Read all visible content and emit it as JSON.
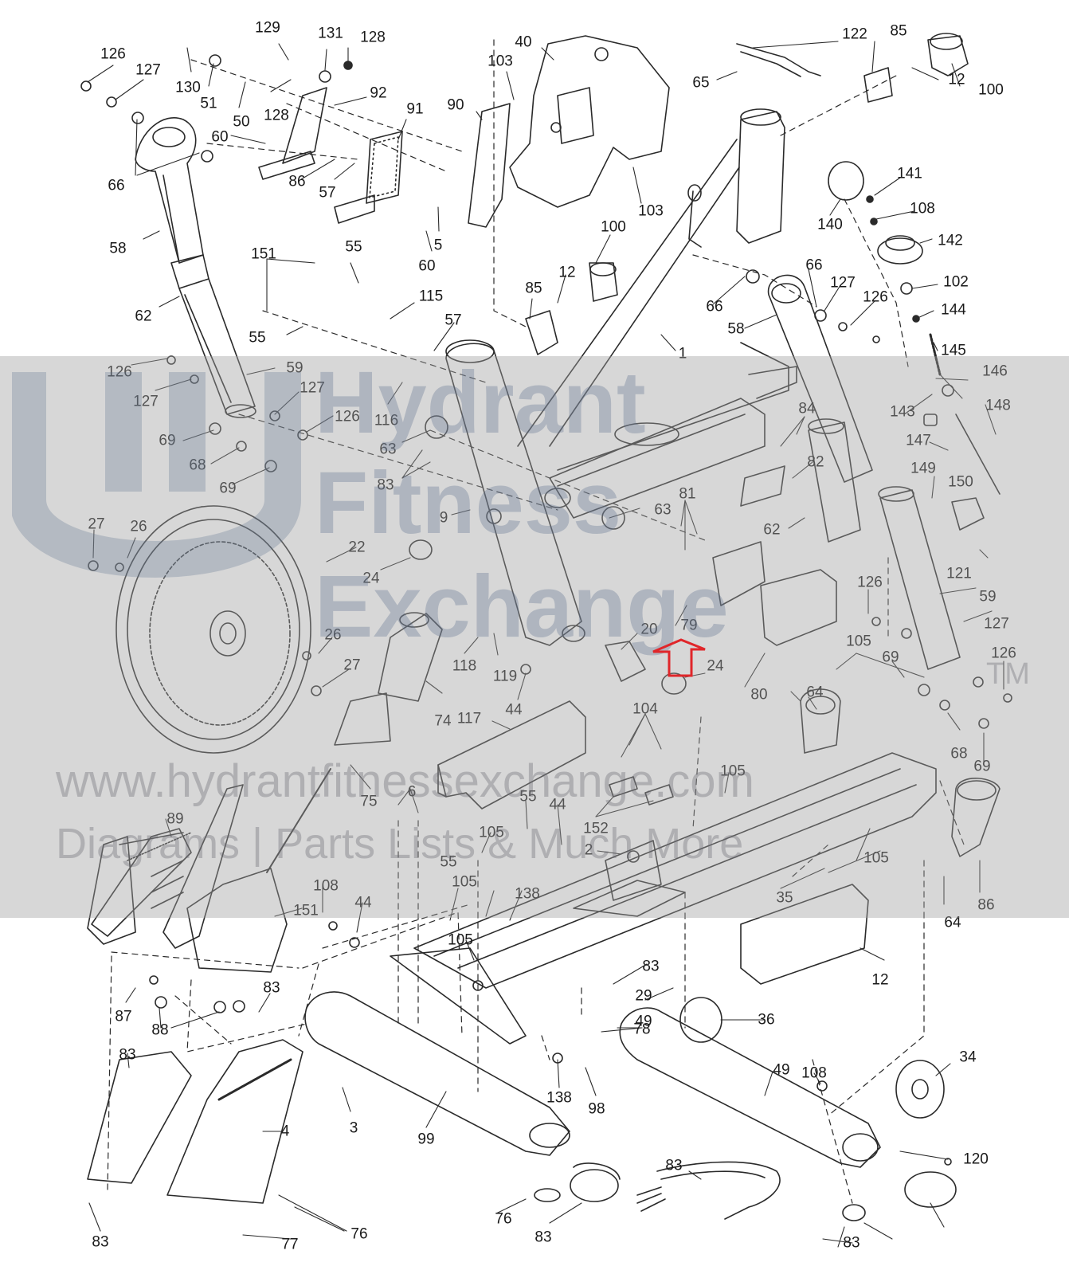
{
  "diagram": {
    "part_labels": [
      "126",
      "127",
      "130",
      "51",
      "129",
      "131",
      "128",
      "50",
      "128",
      "92",
      "60",
      "66",
      "86",
      "57",
      "91",
      "90",
      "40",
      "103",
      "103",
      "122",
      "65",
      "85",
      "12",
      "100",
      "58",
      "151",
      "55",
      "115",
      "57",
      "55",
      "62",
      "59",
      "126",
      "127",
      "127",
      "126",
      "116",
      "63",
      "69",
      "68",
      "69",
      "83",
      "9",
      "5",
      "60",
      "100",
      "12",
      "85",
      "1",
      "66",
      "58",
      "66",
      "127",
      "126",
      "140",
      "141",
      "108",
      "142",
      "102",
      "144",
      "145",
      "146",
      "143",
      "148",
      "147",
      "84",
      "82",
      "149",
      "150",
      "121",
      "81",
      "63",
      "62",
      "27",
      "26",
      "22",
      "24",
      "20",
      "79",
      "24",
      "80",
      "126",
      "59",
      "127",
      "126",
      "105",
      "69",
      "68",
      "69",
      "26",
      "27",
      "74",
      "118",
      "119",
      "44",
      "117",
      "104",
      "64",
      "75",
      "105",
      "6",
      "152",
      "55",
      "44",
      "105",
      "2",
      "105",
      "35",
      "89",
      "151",
      "55",
      "105",
      "138",
      "108",
      "44",
      "105",
      "83",
      "29",
      "12",
      "64",
      "86",
      "87",
      "88",
      "83",
      "49",
      "36",
      "34",
      "83",
      "4",
      "3",
      "99",
      "49",
      "108",
      "138",
      "98",
      "120",
      "83",
      "78",
      "76",
      "83",
      "83",
      "77",
      "76",
      "83"
    ]
  },
  "watermark": {
    "brand_lines": [
      "Hydrant",
      "Fitness",
      "Exchange"
    ],
    "trademark": "TM",
    "url": "www.hydrantfitnessexchange.com",
    "tagline": "Diagrams | Parts Lists & Much More"
  },
  "colors": {
    "line": "#2a2a2a",
    "arrow": "#e0262a",
    "watermark_band": "#a0a0a0"
  }
}
